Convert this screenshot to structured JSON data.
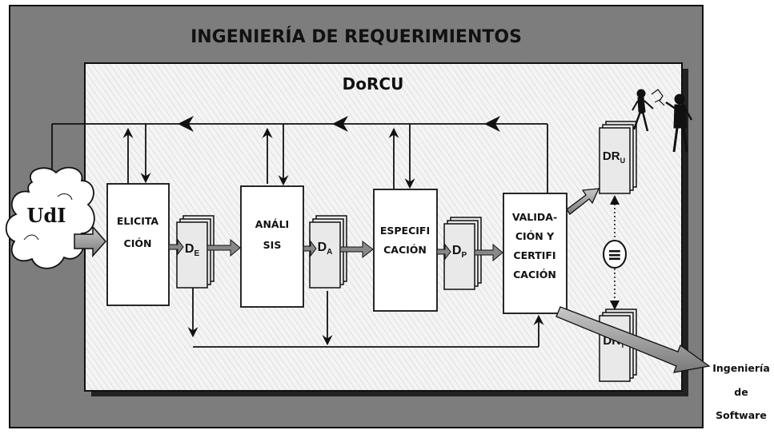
{
  "title": "INGENIERÍA DE REQUERIMIENTOS",
  "inner_title": "DoRCU",
  "udi_label": "UdI",
  "processes": [
    {
      "lines": [
        "ELICITA",
        "CIÓN"
      ]
    },
    {
      "lines": [
        "ANÁLI",
        "SIS"
      ]
    },
    {
      "lines": [
        "ESPECIFI",
        "CACIÓN"
      ]
    },
    {
      "lines": [
        "VALIDA-",
        "CIÓN Y",
        "CERTIFI",
        "CACIÓN"
      ]
    }
  ],
  "documents": [
    {
      "main": "D",
      "sub": "E"
    },
    {
      "main": "D",
      "sub": "A"
    },
    {
      "main": "D",
      "sub": "P"
    },
    {
      "main": "DR",
      "sub": "U"
    },
    {
      "main": "DR",
      "sub": "T"
    }
  ],
  "equivalence_symbol": "≡",
  "output_label": [
    "Ingeniería",
    "de",
    "Software"
  ]
}
